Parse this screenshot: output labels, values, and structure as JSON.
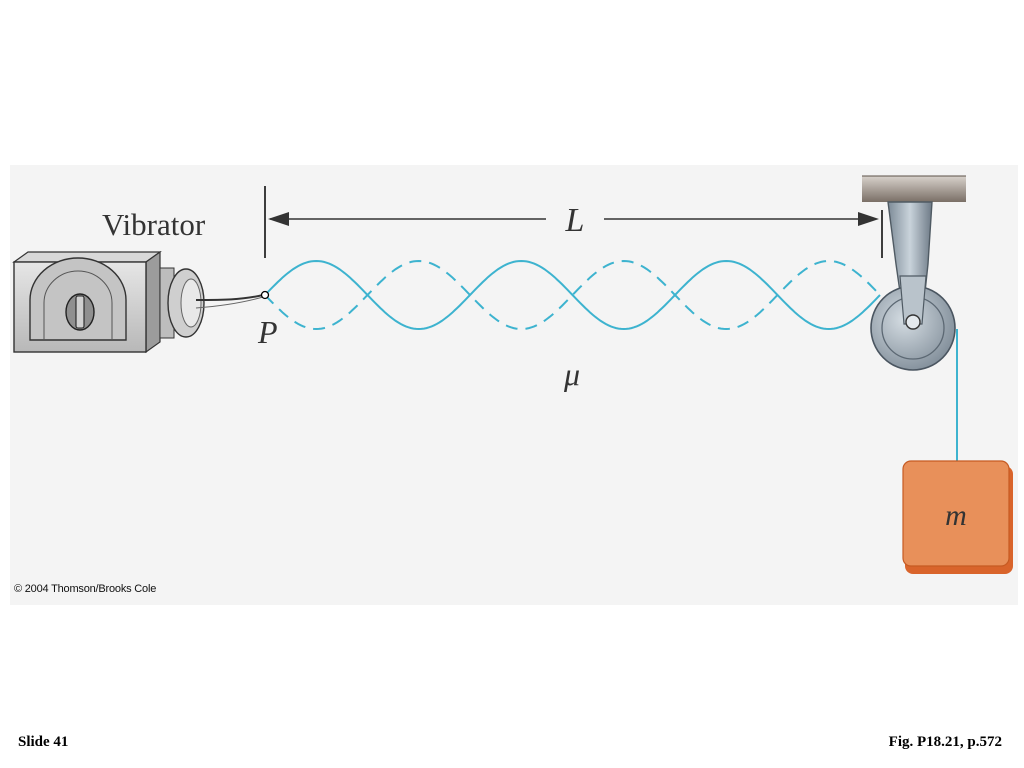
{
  "figure": {
    "vibrator_label": "Vibrator",
    "length_label": "L",
    "point_label": "P",
    "density_label": "μ",
    "mass_label": "m",
    "copyright": "© 2004 Thomson/Brooks Cole",
    "string_color": "#3db3cf",
    "mass_color": "#e8905a",
    "loops": 6
  },
  "slide": {
    "number_label": "Slide 41",
    "figure_reference": "Fig. P18.21, p.572"
  }
}
